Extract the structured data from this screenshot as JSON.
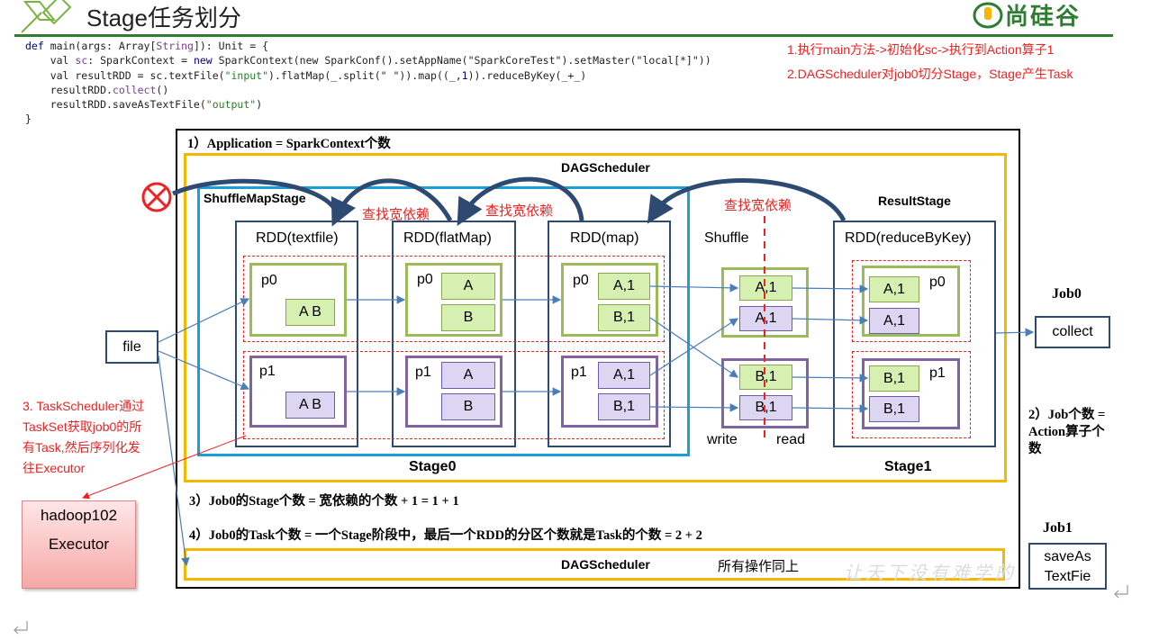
{
  "header": {
    "title": "Stage任务划分",
    "brand": "尚硅谷"
  },
  "code": {
    "line1_a": "def",
    "line1_b": " main(args: Array[",
    "line1_c": "String",
    "line1_d": "]): Unit = {",
    "line2_a": "    val ",
    "line2_b": "sc",
    "line2_c": ": SparkContext = ",
    "line2_d": "new",
    "line2_e": " SparkContext(new SparkConf().setAppName(\"SparkCoreTest\").setMaster(\"local[*]\"))",
    "line3_a": "    val resultRDD = sc.textFile(",
    "line3_b": "\"input\"",
    "line3_c": ").flatMap(_.split(\" \")).map((_,",
    "line3_d": "1",
    "line3_e": ")).reduceByKey(_+_)",
    "line4_a": "    resultRDD.",
    "line4_b": "collect",
    "line4_c": "()",
    "line5_a": "    resultRDD.saveAsTextFile(",
    "line5_b": "\"output\"",
    "line5_c": ")",
    "line6": "}"
  },
  "notes": {
    "n1": "1.执行main方法->初始化sc->执行到Action算子1",
    "n2": "2.DAGScheduler对job0切分Stage，Stage产生Task",
    "n3": "3. TaskScheduler通过TaskSet获取job0的所有Task,然后序列化发往Executor"
  },
  "labels": {
    "application": "1）Application = SparkContext个数",
    "dagscheduler": "DAGScheduler",
    "dagscheduler2": "DAGScheduler",
    "same_ops": "所有操作同上",
    "shufflemapstage": "ShuffleMapStage",
    "resultstage": "ResultStage",
    "find_wide1": "查找宽依赖",
    "find_wide2": "查找宽依赖",
    "find_wide3": "查找宽依赖",
    "rdd_textfile": "RDD(textfile)",
    "rdd_flatmap": "RDD(flatMap)",
    "rdd_map": "RDD(map)",
    "rdd_reduce": "RDD(reduceByKey)",
    "shuffle": "Shuffle",
    "write": "write",
    "read": "read",
    "stage0": "Stage0",
    "stage1": "Stage1",
    "file": "file",
    "job0": "Job0",
    "collect": "collect",
    "job1": "Job1",
    "saveas1": "saveAs",
    "saveas2": "TextFie",
    "job_count": "2）Job个数 = Action算子个数",
    "stage_count": "3）Job0的Stage个数 = 宽依赖的个数 + 1 = 1 + 1",
    "task_count": "4）Job0的Task个数 = 一个Stage阶段中，最后一个RDD的分区个数就是Task的个数 = 2 + 2",
    "executor1": "hadoop102",
    "executor2": "Executor",
    "watermark": "让天下没有难学的"
  },
  "partitions": {
    "p0": "p0",
    "p1": "p1",
    "ab": "A B",
    "a": "A",
    "b": "B",
    "a1": "A,1",
    "b1": "B,1"
  },
  "colors": {
    "accent_green": "#2e7d32",
    "stage_border": "#1a9fd8",
    "dag_border": "#f5b800",
    "rdd_border": "#2f4a72",
    "red_note": "#ee2222"
  }
}
